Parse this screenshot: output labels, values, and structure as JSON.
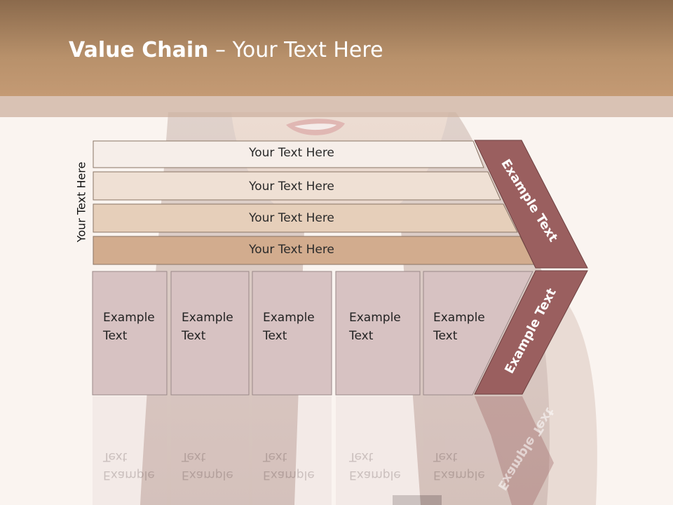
{
  "title": {
    "bold": "Value Chain",
    "rest": " – Your Text Here"
  },
  "side_label": "Your Text Here",
  "rows": [
    {
      "label": "Your Text Here",
      "color": "#f6eee9"
    },
    {
      "label": "Your Text Here",
      "color": "#efe0d4"
    },
    {
      "label": "Your Text Here",
      "color": "#e6cfba"
    },
    {
      "label": "Your Text Here",
      "color": "#d2ac8e"
    }
  ],
  "columns": [
    {
      "line1": "Example",
      "line2": "Text"
    },
    {
      "line1": "Example",
      "line2": "Text"
    },
    {
      "line1": "Example",
      "line2": "Text"
    },
    {
      "line1": "Example",
      "line2": "Text"
    },
    {
      "line1": "Example",
      "line2": "Text"
    }
  ],
  "chevron_top_label": "Example Text",
  "chevron_bottom_label": "Example Text",
  "colors": {
    "chevron": "#9a5f5f",
    "column_fill": "#d7c2c2",
    "header": "#b8916b"
  }
}
